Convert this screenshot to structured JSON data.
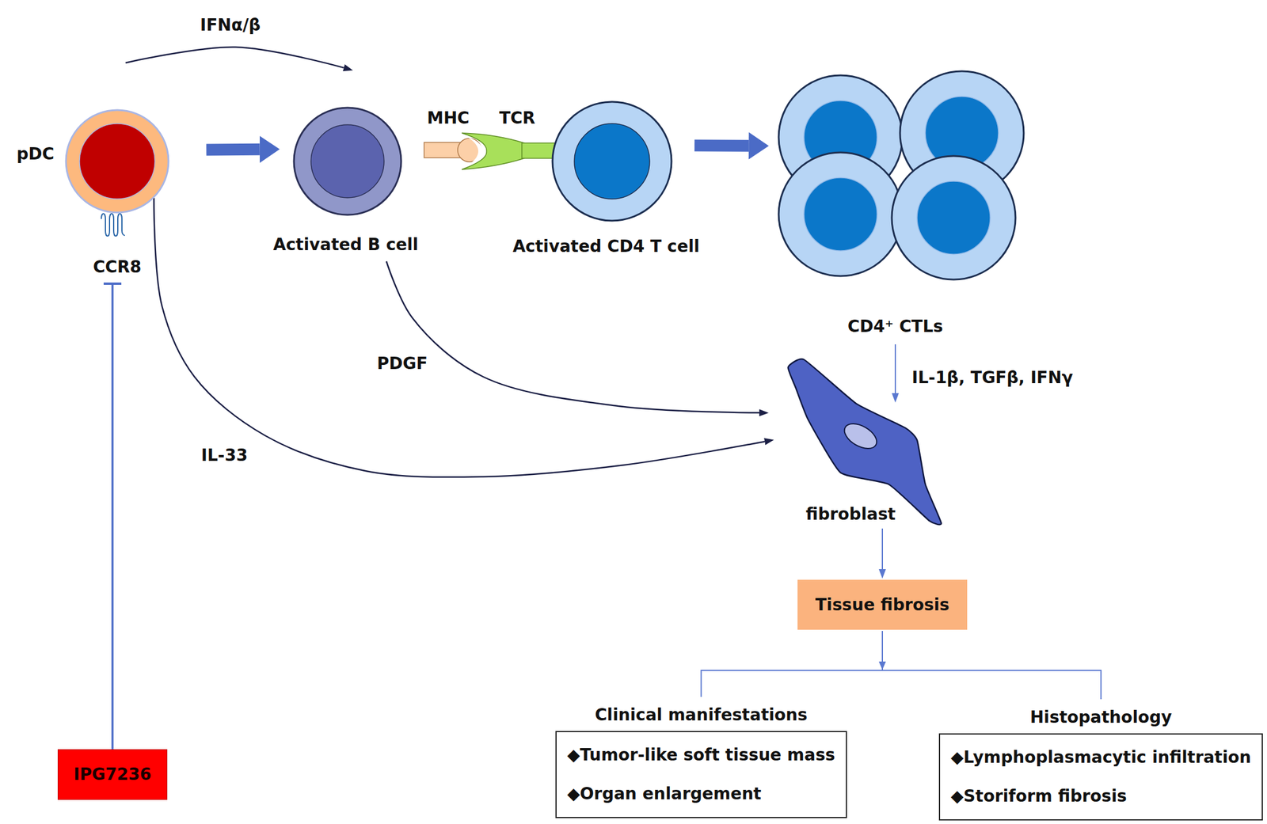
{
  "diagram": {
    "nodes": [
      {
        "text": [
          "pDC",
          "CCR8"
        ]
      },
      {
        "text": [
          "Activated B cell"
        ]
      },
      {
        "text": [
          "Activated CD4 T cell"
        ]
      },
      {
        "text": [
          "CD4⁺ CTLs"
        ]
      },
      {
        "text": [
          "fibroblast"
        ]
      },
      {
        "text": [
          "Tissue fibrosis"
        ]
      },
      {
        "text": [
          "Clinical manifestations",
          "◆Tumor-like soft tissue mass",
          "◆Organ enlargement"
        ]
      },
      {
        "text": [
          "Histopathology",
          "◆Lymphoplasmacytic infiltration",
          "◆Storiform fibrosis"
        ]
      },
      {
        "text": [
          "IPG7236"
        ]
      }
    ],
    "edges": [
      {
        "from": 0,
        "to": 1,
        "arrow": "to"
      },
      {
        "from": 0,
        "to": 1,
        "label": "IFNα/β",
        "arrow": "to"
      },
      {
        "from": 2,
        "to": 3,
        "arrow": "to"
      },
      {
        "from": 3,
        "to": 4,
        "label": "IL-1β, TGFβ, IFNγ",
        "arrow": "to"
      },
      {
        "from": 1,
        "to": 4,
        "label": "PDGF",
        "arrow": "to"
      },
      {
        "from": 0,
        "to": 4,
        "label": "IL-33",
        "arrow": "to"
      },
      {
        "from": 4,
        "to": 5,
        "arrow": "to"
      },
      {
        "from": 5,
        "to": 6,
        "arrow": "to"
      },
      {
        "from": 5,
        "to": 7,
        "arrow": "to"
      },
      {
        "from": 8,
        "to": 0,
        "arrow": "to"
      }
    ],
    "labels": [
      "MHC",
      "TCR"
    ]
  }
}
